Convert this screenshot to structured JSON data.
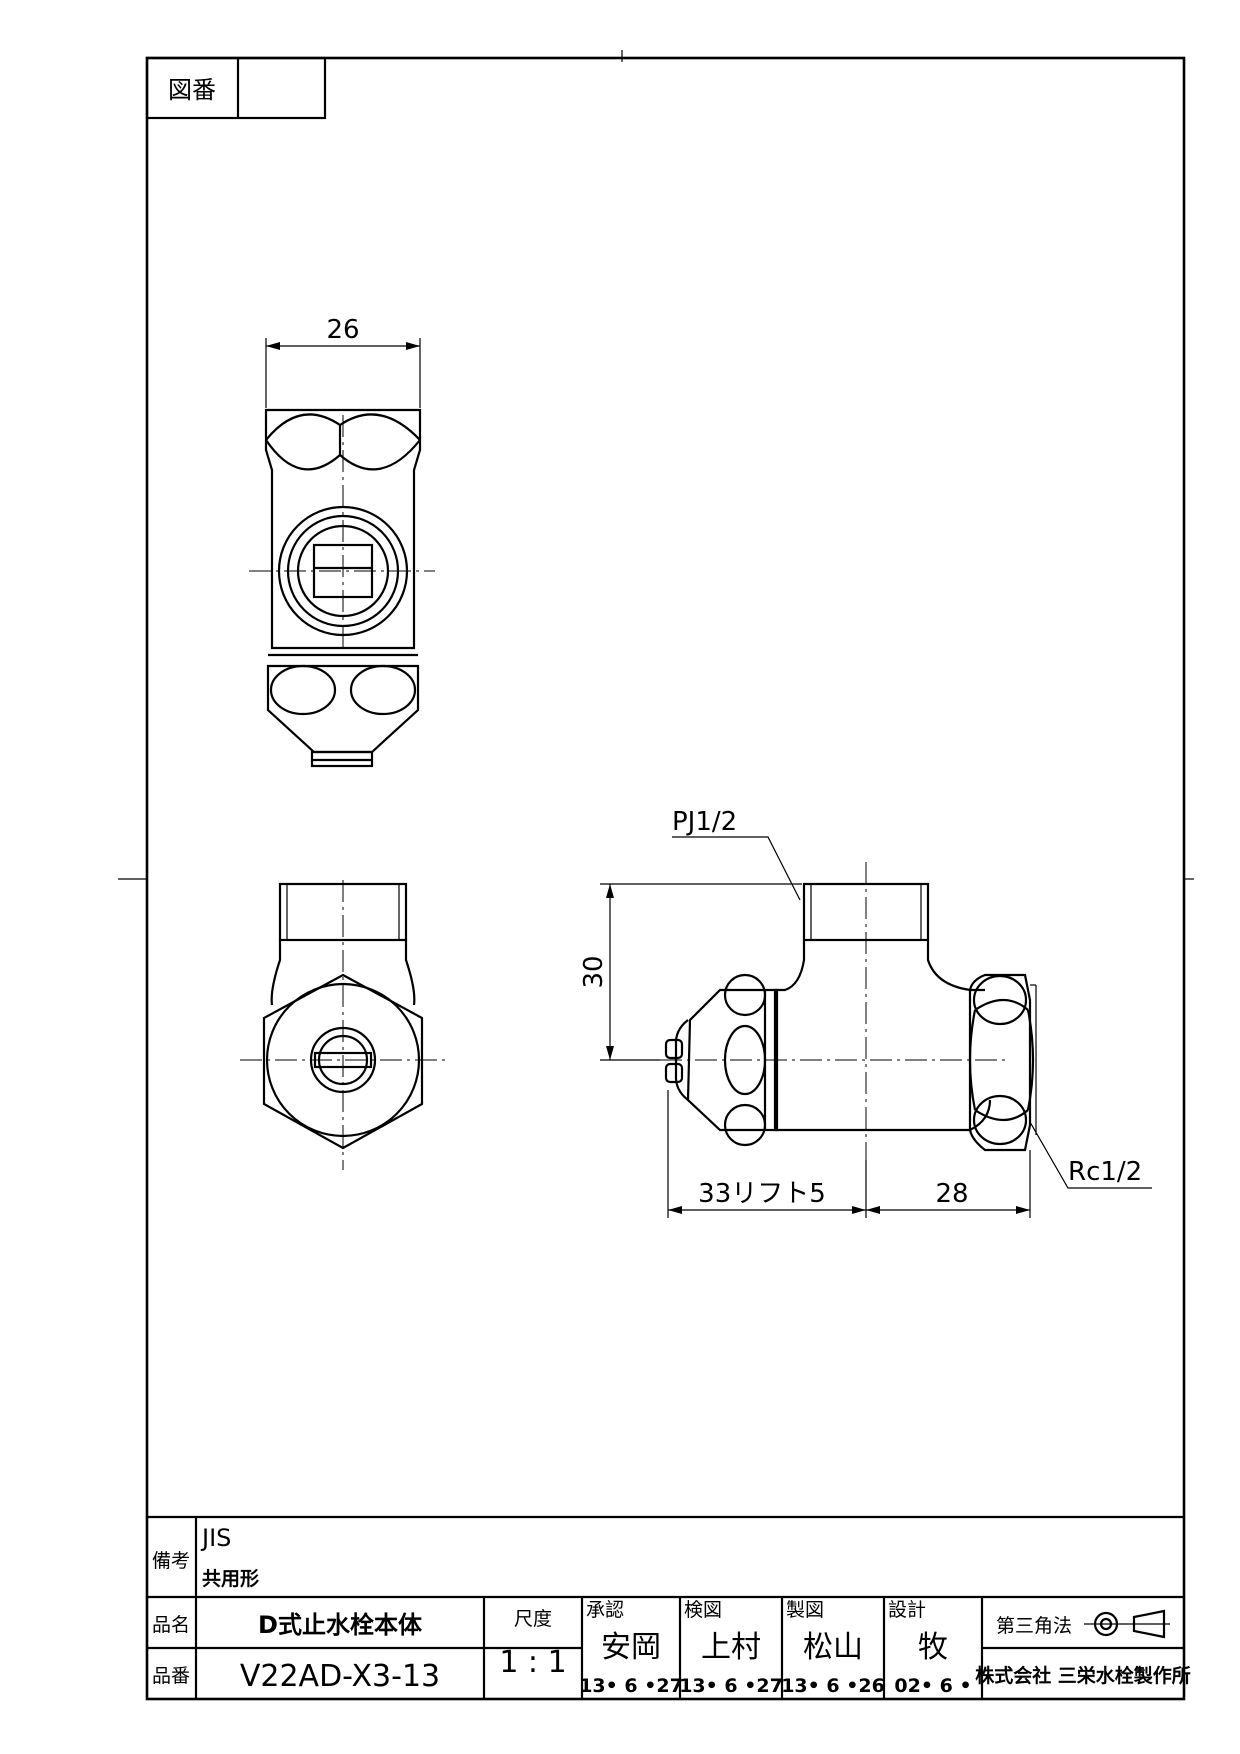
{
  "header": {
    "drawing_no_label": "図番",
    "drawing_no_value": ""
  },
  "dimensions": {
    "top_width": "26",
    "height": "30",
    "thread_top": "PJ1/2",
    "thread_side": "Rc1/2",
    "left_length": "33リフト5",
    "right_length": "28"
  },
  "remarks": {
    "label": "備考",
    "line1": "JIS",
    "line2": "共用形"
  },
  "title_block": {
    "name_label": "品名",
    "name_value": "D式止水栓本体",
    "number_label": "品番",
    "number_value": "V22AD-X3-13",
    "scale_label": "尺度",
    "scale_value": "1 : 1",
    "approved_label": "承認",
    "approved_name": "安岡",
    "approved_date": "13• 6 •27",
    "checked_label": "検図",
    "checked_name": "上村",
    "checked_date": "13• 6 •27",
    "drawn_label": "製図",
    "drawn_name": "松山",
    "drawn_date": "13• 6 •26",
    "designed_label": "設計",
    "designed_name": "牧",
    "designed_date": "02• 6 •",
    "projection_label": "第三角法",
    "company": "株式会社 三栄水栓製作所"
  }
}
